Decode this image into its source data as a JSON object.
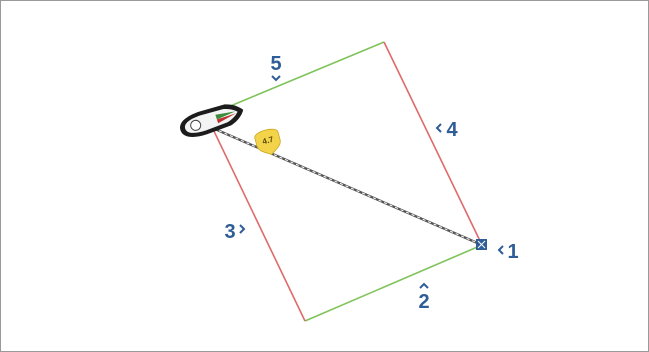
{
  "colors": {
    "border": "#9a9a9a",
    "upwind_downwind_leg": "#e06a6a",
    "cross_leg": "#7fc35a",
    "course_line": "#555555",
    "label": "#2f5d97",
    "badge": "#f3d34a",
    "waypoint": "#2f5d97"
  },
  "legs": [
    {
      "label": "1"
    },
    {
      "label": "2"
    },
    {
      "label": "3"
    },
    {
      "label": "4"
    },
    {
      "label": "5"
    }
  ],
  "speed_badge": {
    "text": "4.7"
  },
  "icons": {
    "boat": "boat-icon",
    "waypoint": "waypoint-marker-icon",
    "badge": "speed-badge-icon"
  }
}
